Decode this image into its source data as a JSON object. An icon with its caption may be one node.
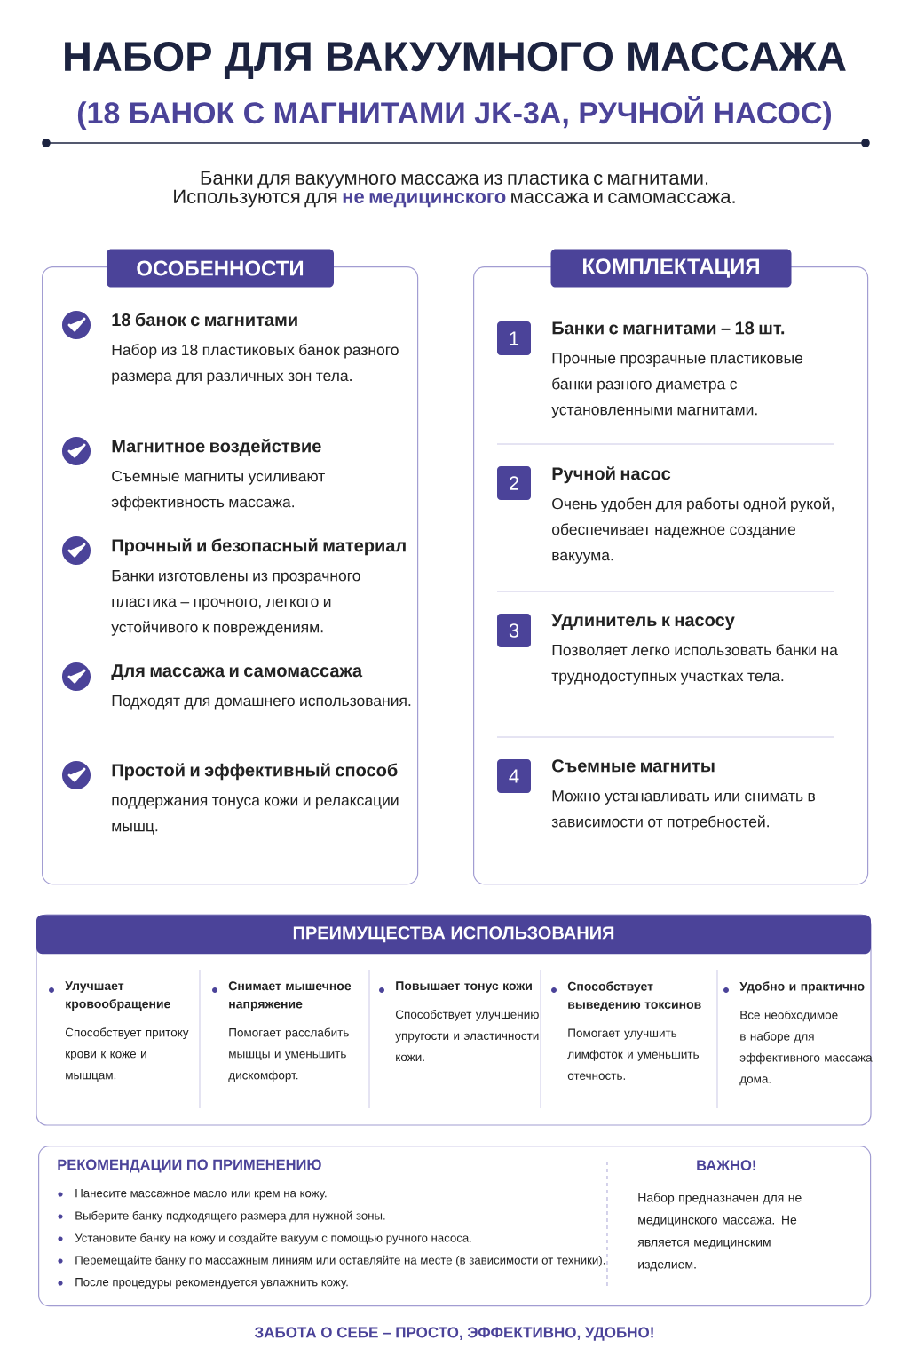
{
  "diagram": {
    "title": "НАБОР ДЛЯ ВАКУУМНОГО МАССАЖА",
    "nodes": [
      {
        "text": [
          "ОСОБЕННОСТИ"
        ]
      },
      {
        "text": [
          "18 банок с магнитами",
          "Набор из 18 пластиковых банок разного размера для различных зон тела."
        ],
        "in": 0
      },
      {
        "text": [
          "Магнитное воздействие",
          "Съемные магниты усиливают эффективность массажа."
        ],
        "in": 0
      },
      {
        "text": [
          "Прочный и безопасный материал",
          "Банки изготовлены из прозрачного пластика – прочного, легкого и устойчивого к повреждениям."
        ],
        "in": 0
      },
      {
        "text": [
          "Для массажа и самомассажа",
          "Подходят для домашнего использования."
        ],
        "in": 0
      },
      {
        "text": [
          "Простой и эффективный способ",
          "поддержания тонуса кожи и релаксации мышц."
        ],
        "in": 0
      },
      {
        "text": [
          "КОМПЛЕКТАЦИЯ"
        ]
      },
      {
        "text": [
          "1",
          "Банки с магнитами – 18 шт.",
          "Прочные прозрачные пластиковые банки разного диаметра с установленными магнитами."
        ],
        "in": 6
      },
      {
        "text": [
          "2",
          "Ручной насос",
          "Очень удобен для работы одной рукой, обеспечивает надежное создание вакуума."
        ],
        "in": 6
      },
      {
        "text": [
          "3",
          "Удлинитель к насосу",
          "Позволяет легко использовать банки на труднодоступных участках тела."
        ],
        "in": 6
      },
      {
        "text": [
          "4",
          "Съемные магниты",
          "Можно устанавливать или снимать в зависимости от потребностей."
        ],
        "in": 6
      },
      {
        "text": [
          "ПРЕИМУЩЕСТВА ИСПОЛЬЗОВАНИЯ"
        ]
      },
      {
        "text": [
          "Улучшает кровообращение",
          "Способствует притоку крови к коже и мышцам."
        ],
        "in": 11
      },
      {
        "text": [
          "Снимает мышечное напряжение",
          "Помогает расслабить мышцы и уменьшить дискомфорт."
        ],
        "in": 11
      },
      {
        "text": [
          "Повышает тонус кожи",
          "Способствует улучшению упругости и эластичности кожи."
        ],
        "in": 11
      },
      {
        "text": [
          "Способствует выведению токсинов",
          "Помогает улучшить лимфоток и уменьшить отечность."
        ],
        "in": 11
      },
      {
        "text": [
          "Удобно и практично",
          "Все необходимое в наборе для эффективного массажа дома."
        ],
        "in": 11
      },
      {
        "text": [
          "РЕКОМЕНДАЦИИ ПО ПРИМЕНЕНИЮ",
          "Нанесите массажное масло или крем на кожу.",
          "Выберите банку подходящего размера для нужной зоны.",
          "Установите банку на кожу и создайте вакуум с помощью ручного насоса.",
          "Перемещайте банку по массажным линиям или оставляйте на месте (в зависимости от техники).",
          "После процедуры рекомендуется увлажнить кожу."
        ]
      },
      {
        "text": [
          "ВАЖНО!",
          "Набор предназначен для не медицинского массажа. Не является медицинским изделием."
        ],
        "in": 17
      }
    ],
    "labels": [
      "(18 БАНОК С МАГНИТАМИ JK-3А, РУЧНОЙ НАСОС)",
      "Банки для вакуумного массажа из пластика с магнитами. Используются для **не медицинского** массажа и самомассажа.",
      "ЗАБОТА О СЕБЕ – ПРОСТО, ЭФФЕКТИВНО, УДОБНО!"
    ]
  }
}
